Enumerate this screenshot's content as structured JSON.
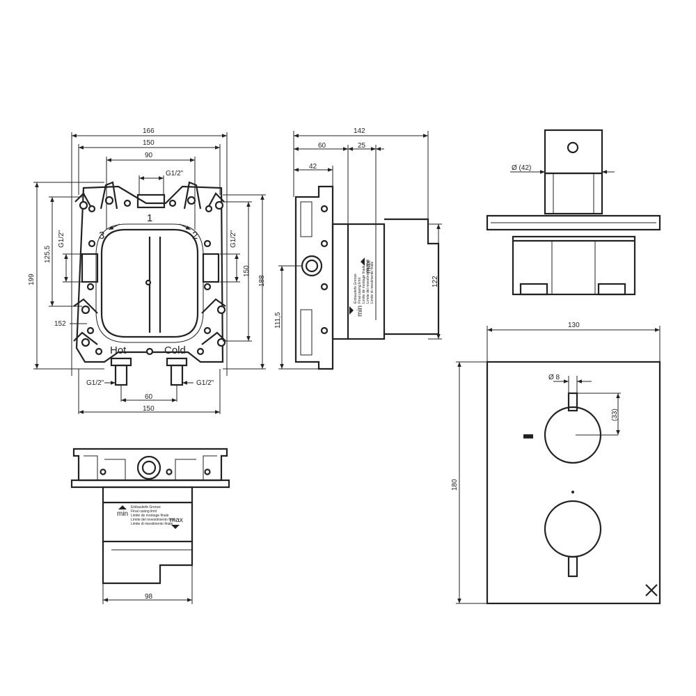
{
  "front_view": {
    "dim_width_outer": "166",
    "dim_width_inner": "150",
    "dim_spacing_top": "90",
    "thread_top": "G1/2\"",
    "dim_height_outer": "199",
    "dim_height_125": "125,5",
    "thread_left": "G1/2\"",
    "dim_height_150": "150",
    "dim_height_188": "188",
    "thread_right": "G1/2\"",
    "dim_152": "152",
    "outlet_1": "1",
    "outlet_2": "2",
    "outlet_3": "3",
    "label_hot": "Hot",
    "label_cold": "Cold",
    "thread_bottom_left": "G1/2\"",
    "thread_bottom_right": "G1/2\"",
    "dim_spacing_bottom": "60",
    "dim_width_bottom": "150"
  },
  "side_view": {
    "dim_total_depth": "142",
    "dim_60": "60",
    "dim_25": "25",
    "dim_42": "42",
    "dim_111": "111,5",
    "dim_122": "122",
    "label_min": "min",
    "label_max": "max",
    "limit_text": [
      "Einbautiefe Grenze",
      "Final casing limit",
      "Limite de montage finale",
      "Límite del revestimiento final",
      "Limite di rivestimento finale"
    ]
  },
  "bottom_view": {
    "label_min": "min",
    "label_max": "max",
    "limit_text": [
      "Einbautiefe Grenze",
      "Final casing limit",
      "Limite de montage finale",
      "Límite del revestimiento final",
      "Limite di rivestimento finale"
    ],
    "dim_98": "98"
  },
  "handle_side_view": {
    "dim_diameter": "Ø (42)"
  },
  "trim_plate_view": {
    "dim_width": "130",
    "dim_height": "180",
    "dim_lever_diameter": "Ø 8",
    "dim_lever_length": "(33)"
  }
}
